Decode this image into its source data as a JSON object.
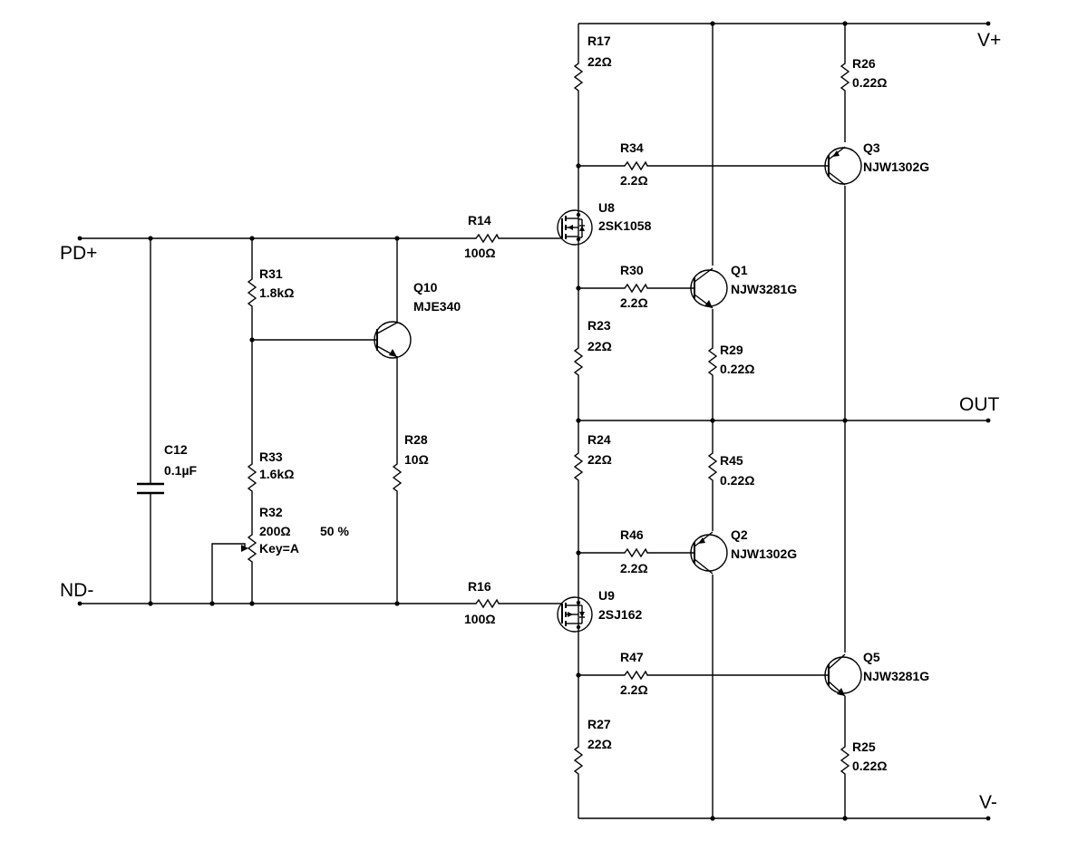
{
  "ports": {
    "pd_plus": "PD+",
    "nd_minus": "ND-",
    "v_plus": "V+",
    "v_minus": "V-",
    "out": "OUT"
  },
  "resistors": {
    "r17": {
      "ref": "R17",
      "value": "22Ω"
    },
    "r26": {
      "ref": "R26",
      "value": "0.22Ω"
    },
    "r34": {
      "ref": "R34",
      "value": "2.2Ω"
    },
    "r14": {
      "ref": "R14",
      "value": "100Ω"
    },
    "r31": {
      "ref": "R31",
      "value": "1.8kΩ"
    },
    "r30": {
      "ref": "R30",
      "value": "2.2Ω"
    },
    "r23": {
      "ref": "R23",
      "value": "22Ω"
    },
    "r29": {
      "ref": "R29",
      "value": "0.22Ω"
    },
    "r24": {
      "ref": "R24",
      "value": "22Ω"
    },
    "r45": {
      "ref": "R45",
      "value": "0.22Ω"
    },
    "r33": {
      "ref": "R33",
      "value": "1.6kΩ"
    },
    "r28": {
      "ref": "R28",
      "value": "10Ω"
    },
    "r46": {
      "ref": "R46",
      "value": "2.2Ω"
    },
    "r16": {
      "ref": "R16",
      "value": "100Ω"
    },
    "r47": {
      "ref": "R47",
      "value": "2.2Ω"
    },
    "r27": {
      "ref": "R27",
      "value": "22Ω"
    },
    "r25": {
      "ref": "R25",
      "value": "0.22Ω"
    }
  },
  "potentiometer": {
    "ref": "R32",
    "value": "200Ω",
    "setting": "50 %",
    "key": "Key=A"
  },
  "capacitor": {
    "ref": "C12",
    "value": "0.1µF"
  },
  "transistors": {
    "q3": {
      "ref": "Q3",
      "part": "NJW1302G"
    },
    "q1": {
      "ref": "Q1",
      "part": "NJW3281G"
    },
    "q10": {
      "ref": "Q10",
      "part": "MJE340"
    },
    "q2": {
      "ref": "Q2",
      "part": "NJW1302G"
    },
    "q5": {
      "ref": "Q5",
      "part": "NJW3281G"
    },
    "u8": {
      "ref": "U8",
      "part": "2SK1058"
    },
    "u9": {
      "ref": "U9",
      "part": "2SJ162"
    }
  }
}
